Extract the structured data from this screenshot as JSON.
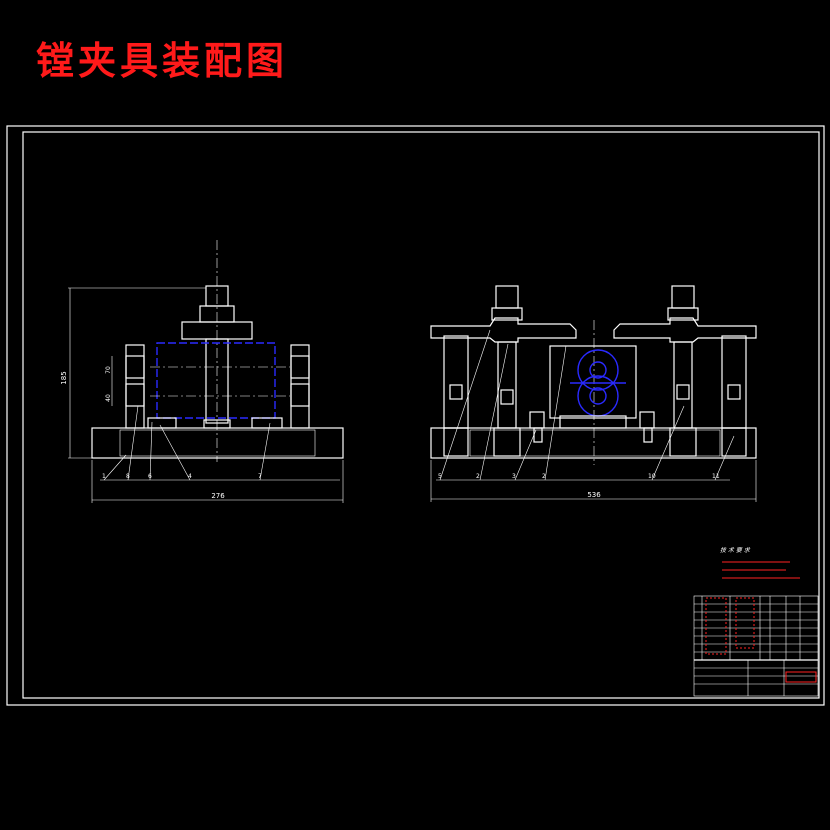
{
  "title": "镗夹具装配图",
  "left_view": {
    "dim_height": "185",
    "dim_width": "276",
    "dim_small_1": "70",
    "dim_small_2": "40",
    "balloons": [
      "1",
      "8",
      "6",
      "4",
      "7"
    ]
  },
  "right_view": {
    "dim_width": "536",
    "balloons": [
      "5",
      "2",
      "3",
      "2",
      "10",
      "11"
    ]
  },
  "tech_req": {
    "title": "技 术 要 求"
  },
  "colors": {
    "background": "#000000",
    "outline": "#ffffff",
    "part": "#2a2aff",
    "annotation": "#ff2222"
  }
}
